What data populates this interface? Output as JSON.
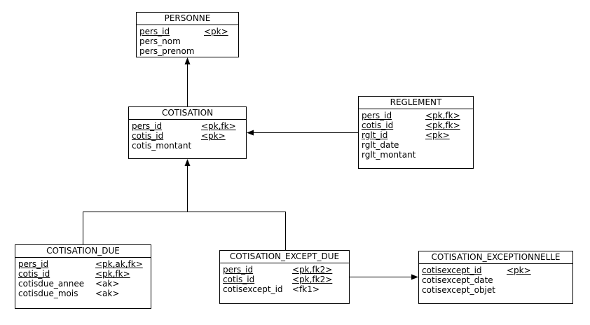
{
  "entities": [
    {
      "id": "personne",
      "title": "PERSONNE",
      "attributes": [
        {
          "name": "pers_id",
          "key": "<pk>",
          "pk": true
        },
        {
          "name": "pers_nom",
          "key": "",
          "pk": false
        },
        {
          "name": "pers_prenom",
          "key": "",
          "pk": false
        }
      ]
    },
    {
      "id": "cotisation",
      "title": "COTISATION",
      "attributes": [
        {
          "name": "pers_id",
          "key": "<pk,fk>",
          "pk": true
        },
        {
          "name": "cotis_id",
          "key": "<pk>",
          "pk": true
        },
        {
          "name": "cotis_montant",
          "key": "",
          "pk": false
        }
      ]
    },
    {
      "id": "reglement",
      "title": "REGLEMENT",
      "attributes": [
        {
          "name": "pers_id",
          "key": "<pk,fk>",
          "pk": true
        },
        {
          "name": "cotis_id",
          "key": "<pk,fk>",
          "pk": true
        },
        {
          "name": "rglt_id",
          "key": "<pk>",
          "pk": true
        },
        {
          "name": "rglt_date",
          "key": "",
          "pk": false
        },
        {
          "name": "rglt_montant",
          "key": "",
          "pk": false
        }
      ]
    },
    {
      "id": "cotisation_due",
      "title": "COTISATION_DUE",
      "attributes": [
        {
          "name": "pers_id",
          "key": "<pk,ak,fk>",
          "pk": true
        },
        {
          "name": "cotis_id",
          "key": "<pk,fk>",
          "pk": true
        },
        {
          "name": "cotisdue_annee",
          "key": "<ak>",
          "pk": false
        },
        {
          "name": "cotisdue_mois",
          "key": "<ak>",
          "pk": false
        }
      ]
    },
    {
      "id": "cotisation_except_due",
      "title": "COTISATION_EXCEPT_DUE",
      "attributes": [
        {
          "name": "pers_id",
          "key": "<pk,fk2>",
          "pk": true
        },
        {
          "name": "cotis_id",
          "key": "<pk,fk2>",
          "pk": true
        },
        {
          "name": "cotisexcept_id",
          "key": "<fk1>",
          "pk": false
        }
      ]
    },
    {
      "id": "cotisation_exceptionnelle",
      "title": "COTISATION_EXCEPTIONNELLE",
      "attributes": [
        {
          "name": "cotisexcept_id",
          "key": "<pk>",
          "pk": true
        },
        {
          "name": "cotisexcept_date",
          "key": "",
          "pk": false
        },
        {
          "name": "cotisexcept_objet",
          "key": "",
          "pk": false
        }
      ]
    }
  ],
  "relationships": [
    {
      "from": "cotisation",
      "to": "personne"
    },
    {
      "from": "reglement",
      "to": "cotisation"
    },
    {
      "from": "cotisation_due",
      "to": "cotisation"
    },
    {
      "from": "cotisation_except_due",
      "to": "cotisation"
    },
    {
      "from": "cotisation_except_due",
      "to": "cotisation_exceptionnelle"
    }
  ]
}
